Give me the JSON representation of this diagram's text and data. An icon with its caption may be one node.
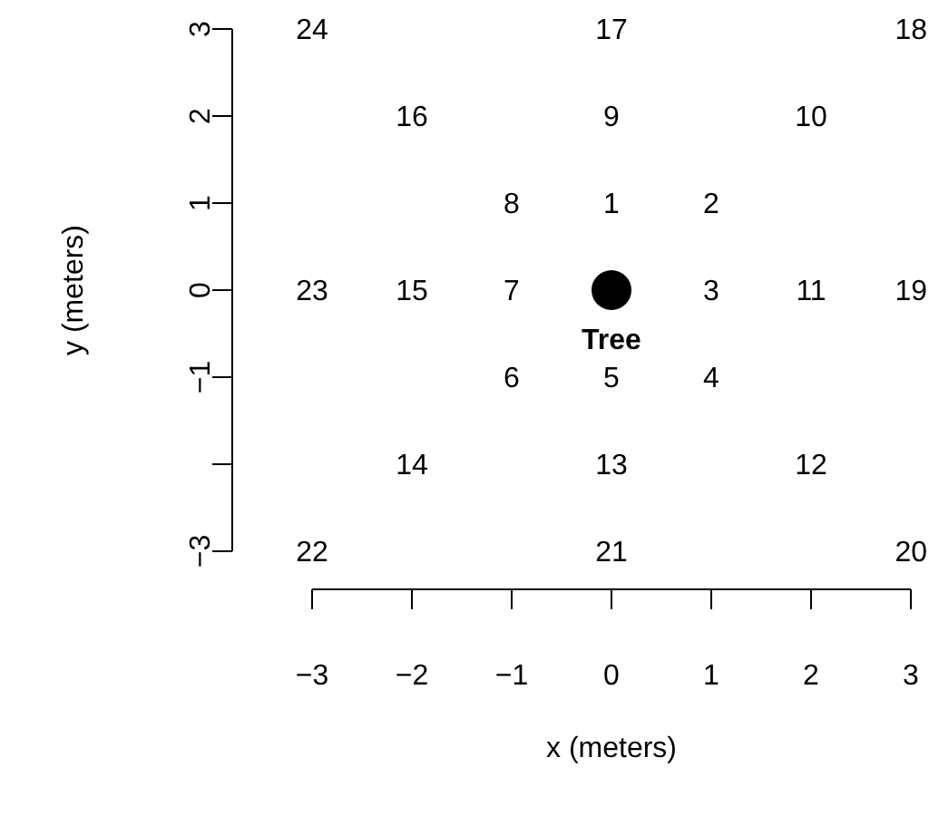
{
  "diagram": {
    "labels": [
      "24",
      "17",
      "18",
      "16",
      "9",
      "10",
      "8",
      "1",
      "2",
      "23",
      "15",
      "7",
      "3",
      "11",
      "19",
      "Tree",
      "6",
      "5",
      "4",
      "14",
      "13",
      "12",
      "22",
      "21",
      "20",
      "3",
      "2",
      "1",
      "0",
      "−1",
      "−3",
      "−3",
      "−2",
      "−1",
      "0",
      "1",
      "2",
      "3",
      "x (meters)",
      "y (meters)"
    ]
  }
}
